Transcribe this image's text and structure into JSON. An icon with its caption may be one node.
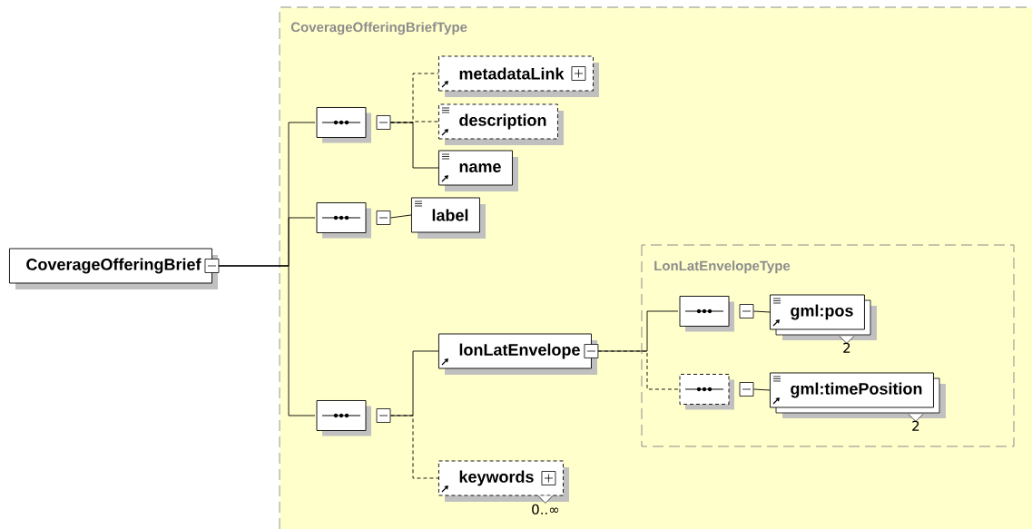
{
  "diagram": {
    "nodes": [
      {
        "text": [
          "CoverageOfferingBrief"
        ]
      },
      {
        "text": [
          "CoverageOfferingBriefType"
        ]
      },
      {
        "text": [],
        "shape": "octagon",
        "in": 1
      },
      {
        "text": [
          "metadataLink"
        ],
        "in": 1
      },
      {
        "text": [
          "description"
        ],
        "in": 1
      },
      {
        "text": [
          "name"
        ],
        "in": 1
      },
      {
        "text": [],
        "shape": "octagon",
        "in": 1
      },
      {
        "text": [
          "label"
        ],
        "in": 1
      },
      {
        "text": [],
        "shape": "octagon",
        "in": 1
      },
      {
        "text": [
          "lonLatEnvelope"
        ],
        "in": 1
      },
      {
        "text": [
          "LonLatEnvelopeType"
        ],
        "in": 1
      },
      {
        "text": [],
        "shape": "octagon",
        "in": 10
      },
      {
        "text": [
          "gml:pos"
        ],
        "in": 10,
        "beside": [
          "2"
        ]
      },
      {
        "text": [],
        "shape": "octagon",
        "in": 10
      },
      {
        "text": [
          "gml:timePosition"
        ],
        "in": 10,
        "beside": [
          "2"
        ]
      },
      {
        "text": [
          "keywords"
        ],
        "in": 1,
        "beside": [
          "0..∞"
        ]
      }
    ],
    "edges": [
      {
        "from": 0,
        "to": 2,
        "arrow": "none"
      },
      {
        "from": 0,
        "to": 6,
        "arrow": "none"
      },
      {
        "from": 0,
        "to": 8,
        "arrow": "none"
      },
      {
        "from": 2,
        "to": 3,
        "arrow": "none",
        "style": "dashed"
      },
      {
        "from": 2,
        "to": 4,
        "arrow": "none",
        "style": "dashed"
      },
      {
        "from": 2,
        "to": 5,
        "arrow": "none"
      },
      {
        "from": 6,
        "to": 7,
        "arrow": "none"
      },
      {
        "from": 8,
        "to": 9,
        "arrow": "none"
      },
      {
        "from": 8,
        "to": 15,
        "arrow": "none",
        "style": "dashed"
      },
      {
        "from": 9,
        "to": 11,
        "arrow": "none"
      },
      {
        "from": 9,
        "to": 13,
        "arrow": "none",
        "style": "dashed"
      },
      {
        "from": 11,
        "to": 12,
        "arrow": "none"
      },
      {
        "from": 13,
        "to": 14,
        "arrow": "none"
      }
    ]
  }
}
